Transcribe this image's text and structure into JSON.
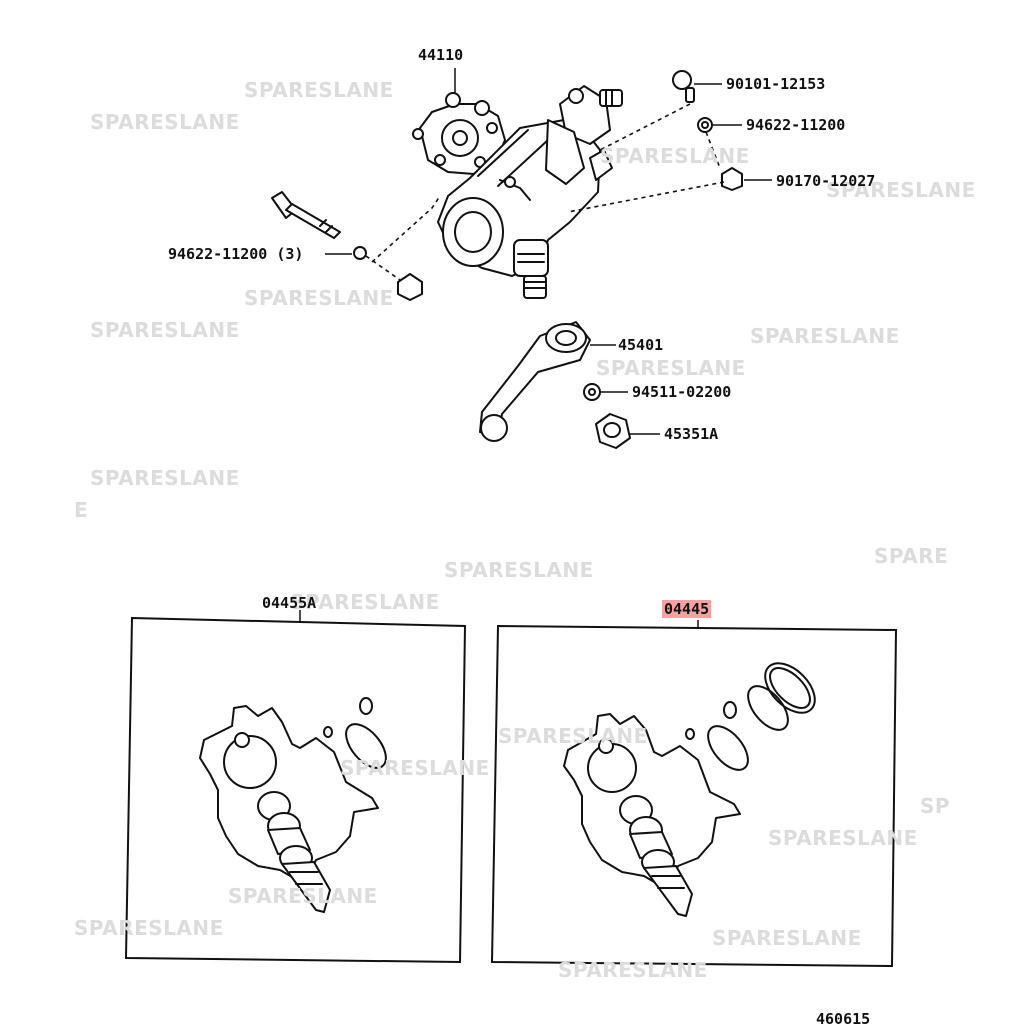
{
  "diagram": {
    "part_labels": {
      "gear_box": "44110",
      "bolt_top": "90101-12153",
      "washer_top": "94622-11200",
      "nut_top": "90170-12027",
      "washer_left": "94622-11200 (3)",
      "pitman_arm": "45401",
      "lock_washer": "94511-02200",
      "arm_nut": "45351A",
      "kit_left": "04455A",
      "kit_right": "04445",
      "footer_code": "460615"
    },
    "highlighted_part": "04445",
    "highlight_color": "#f4a1a1",
    "watermark": "SPARESLANE",
    "watermark_fragments": {
      "e": "E",
      "spare": "SPARE",
      "sp": "SP"
    }
  }
}
